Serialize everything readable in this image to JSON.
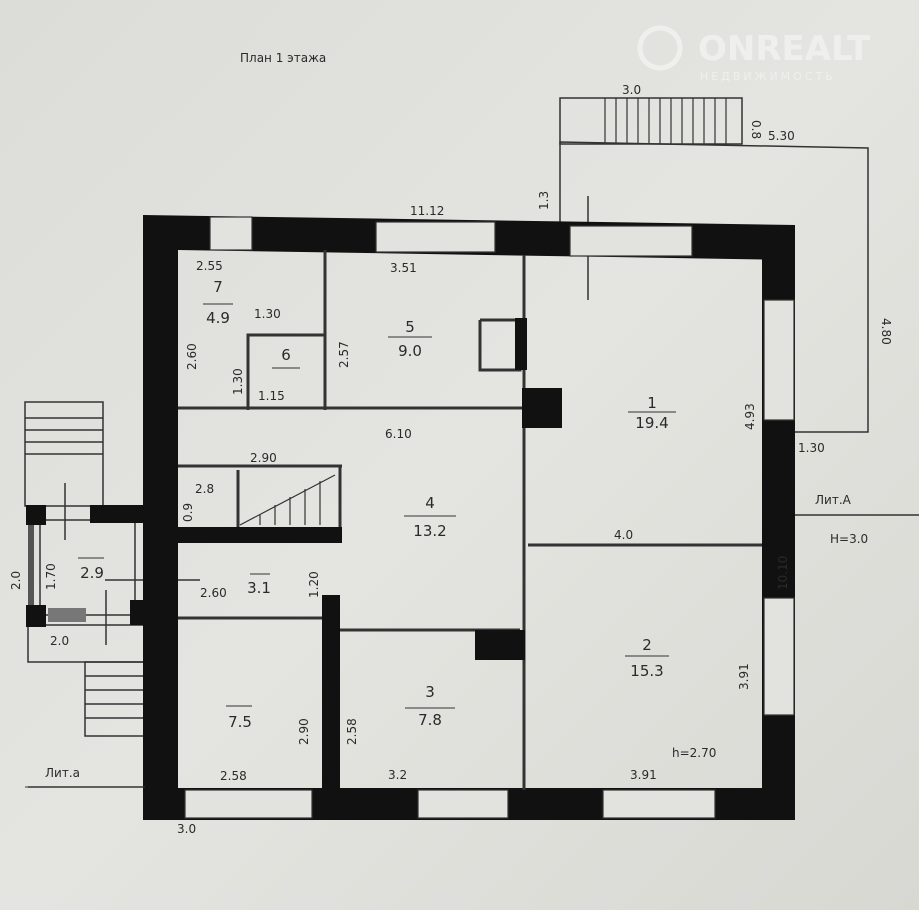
{
  "title": "План 1 этажа",
  "watermark": {
    "brand": "ONREALT",
    "subtitle": "НЕДВИЖИМОСТЬ"
  },
  "rooms": [
    {
      "number": "1",
      "area": "19.4"
    },
    {
      "number": "2",
      "area": "15.3"
    },
    {
      "number": "3",
      "area": "7.8"
    },
    {
      "number": "4",
      "area": "13.2"
    },
    {
      "number": "5",
      "area": "9.0"
    },
    {
      "number": "6",
      "area": ""
    },
    {
      "number": "7",
      "area": "4.9"
    },
    {
      "number": "",
      "area": "3.1"
    },
    {
      "number": "",
      "area": "7.5"
    },
    {
      "number": "",
      "area": "2.9"
    }
  ],
  "dimensions": {
    "porch_stairs_width": "3.0",
    "porch_stairs_depth": "0.8",
    "porch_width": "5.30",
    "porch_offset": "1.3",
    "porch_depth": "4.80",
    "porch_side": "1.30",
    "overall_width": "11.12",
    "overall_depth": "10.10",
    "r7_width": "2.55",
    "r7_depth": "2.60",
    "r6_width": "1.30",
    "r6_depth": "1.30",
    "r6_bottom": "1.15",
    "r5_width": "3.51",
    "r5_depth": "2.57",
    "r1_depth": "4.93",
    "r4_width": "6.10",
    "stair_width": "2.90",
    "stair_area": "2.8",
    "stair_depth": "0.9",
    "r1_width": "4.0",
    "vest_depth": "2.0",
    "vest_inner": "1.70",
    "vest_width": "2.0",
    "r31_width": "2.60",
    "r31_depth": "1.20",
    "r75_depth": "2.90",
    "r75_width": "2.58",
    "r3_depth": "2.58",
    "r3_width": "3.2",
    "r2_depth": "3.91",
    "r2_width": "3.91",
    "ext_width": "3.0"
  },
  "labels": {
    "lit_a_main": "Лит.А",
    "height_main": "Н=3.0",
    "lit_a_ext": "Лит.а",
    "ceiling": "h=2.70"
  }
}
